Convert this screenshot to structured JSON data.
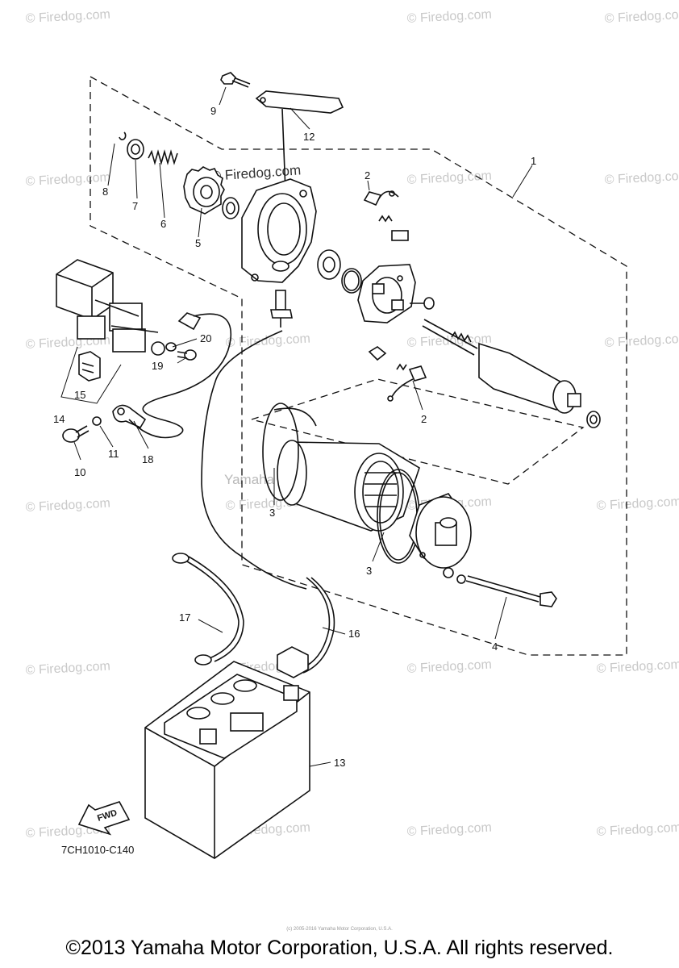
{
  "diagram": {
    "drawing_code": "7CH1010-C140",
    "fwd_label": "FWD",
    "center_watermark": "Yamaha Motor Corp., U.S.A.",
    "watermark_text": "© Firedog.com",
    "callouts": {
      "p1": "1",
      "p2a": "2",
      "p2b": "2",
      "p3a": "3",
      "p3b": "3",
      "p4": "4",
      "p5": "5",
      "p6": "6",
      "p7": "7",
      "p8": "8",
      "p9": "9",
      "p10": "10",
      "p11": "11",
      "p12": "12",
      "p13": "13",
      "p14": "14",
      "p15": "15",
      "p16": "16",
      "p17": "17",
      "p18": "18",
      "p19": "19",
      "p20": "20"
    }
  },
  "footer": {
    "copyright": "©2013 Yamaha Motor Corporation, U.S.A. All rights reserved.",
    "tiny_credit": "(c) 2005-2016 Yamaha Motor Corporation, U.S.A."
  },
  "colors": {
    "line": "#111111",
    "watermark": "#c9c9c9",
    "background": "#ffffff"
  }
}
